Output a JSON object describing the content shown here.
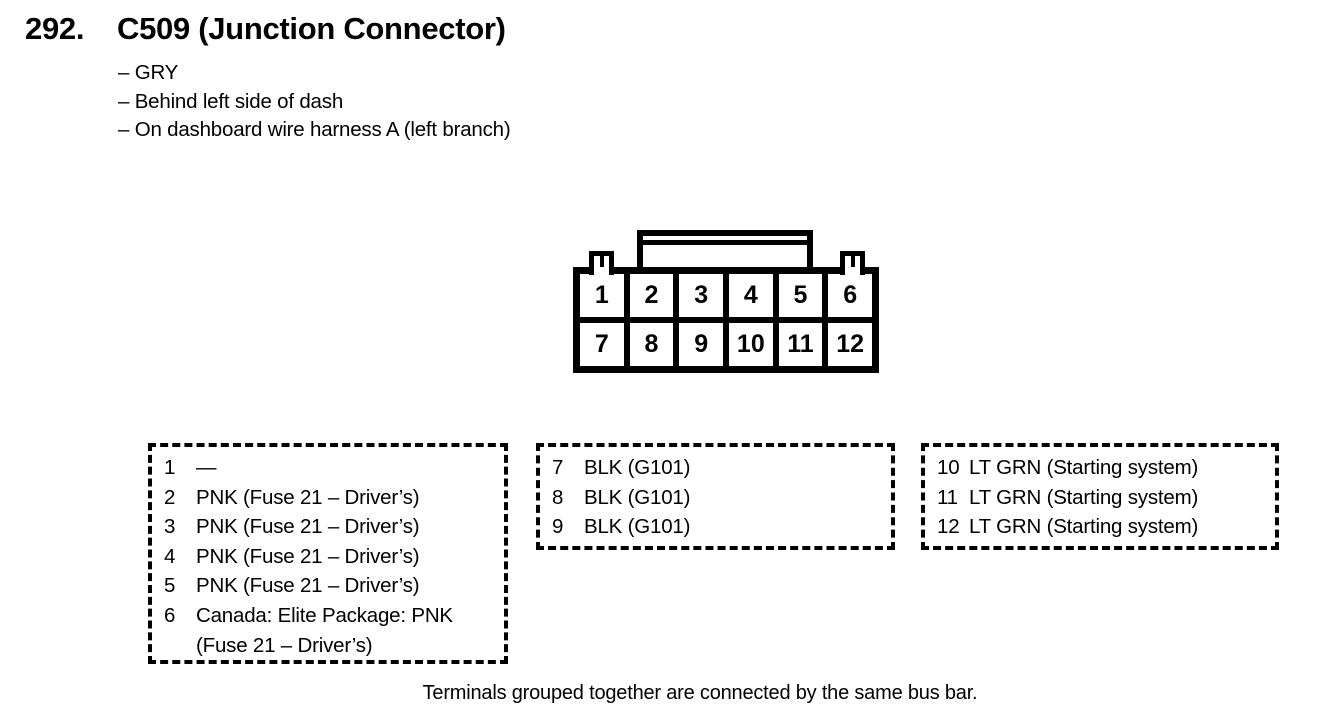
{
  "header": {
    "number": "292.",
    "title": "C509 (Junction Connector)"
  },
  "notes": [
    "– GRY",
    "– Behind left side of dash",
    "– On dashboard wire harness A (left branch)"
  ],
  "connector": {
    "rows": 2,
    "columns": 6,
    "pins": [
      "1",
      "2",
      "3",
      "4",
      "5",
      "6",
      "7",
      "8",
      "9",
      "10",
      "11",
      "12"
    ]
  },
  "legend": {
    "boxes": [
      {
        "rows": [
          {
            "num": "1",
            "desc": "—"
          },
          {
            "num": "2",
            "desc": "PNK (Fuse 21 – Driver’s)"
          },
          {
            "num": "3",
            "desc": "PNK (Fuse 21 – Driver’s)"
          },
          {
            "num": "4",
            "desc": "PNK (Fuse 21 – Driver’s)"
          },
          {
            "num": "5",
            "desc": "PNK (Fuse 21 – Driver’s)"
          },
          {
            "num": "6",
            "desc": "Canada: Elite Package: PNK"
          },
          {
            "num": "",
            "desc": "(Fuse 21 – Driver’s)"
          }
        ]
      },
      {
        "rows": [
          {
            "num": "7",
            "desc": "BLK (G101)"
          },
          {
            "num": "8",
            "desc": "BLK (G101)"
          },
          {
            "num": "9",
            "desc": "BLK (G101)"
          }
        ]
      },
      {
        "rows": [
          {
            "num": "10",
            "desc": "LT GRN (Starting system)"
          },
          {
            "num": "11",
            "desc": "LT GRN (Starting system)"
          },
          {
            "num": "12",
            "desc": "LT GRN (Starting system)"
          }
        ]
      }
    ]
  },
  "footer": {
    "note": "Terminals grouped together are connected by the same bus bar."
  },
  "colors": {
    "ink": "#000000",
    "paper": "#ffffff"
  }
}
